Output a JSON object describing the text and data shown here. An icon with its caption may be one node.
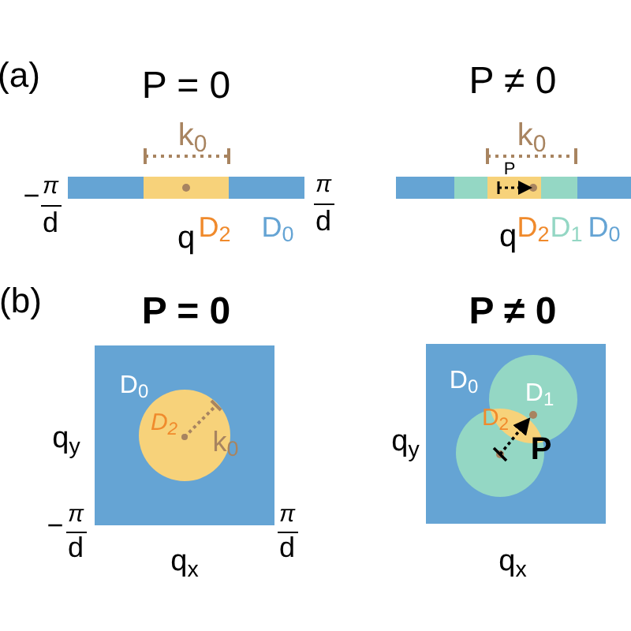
{
  "diagram": {
    "labels": [
      "(a)",
      "P = 0",
      "P ≠ 0",
      "k$_{0}$",
      "P",
      "k$_{0}$",
      "−",
      "π",
      "d",
      "π",
      "d",
      "q",
      "D$_{2}$",
      "D$_{0}$",
      "q",
      "D$_{2}$",
      "D$_{1}$",
      "D$_{0}$",
      "(b)",
      "P = 0",
      "P ≠ 0",
      "D$_{0}$",
      "D$_{0}$",
      "D$_{1}$",
      "q$_{y}$",
      "D$_{2}$",
      "k$_{0}$",
      "q$_{y}$",
      "D$_{2}$",
      "P",
      "−",
      "π",
      "d",
      "π",
      "d",
      "q$_{x}$",
      "q$_{x}$"
    ]
  }
}
